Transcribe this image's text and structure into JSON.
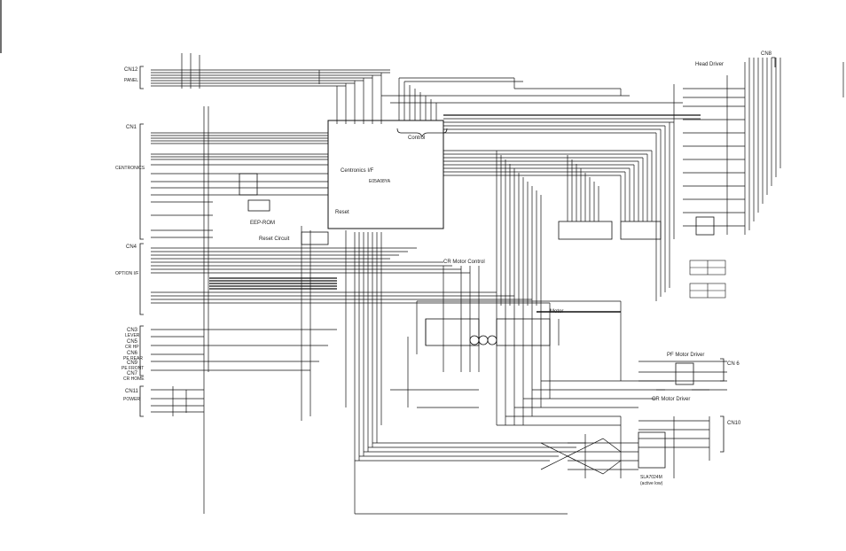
{
  "labels": {
    "cn12": "CN12",
    "panel": "PANEL",
    "cn1": "CN1",
    "centronics_conn": "CENTRONICS",
    "cn4": "CN4",
    "option_if": "OPTION I/F",
    "cn3": "CN3",
    "cn3_sub": "LEVER",
    "cn5": "CN5",
    "cn5_sub": "CR HP",
    "cn6": "CN6",
    "cn6_sub": "PE REAR",
    "cn9": "CN9",
    "cn9_sub": "PE FRONT",
    "cn7": "CN7",
    "cn7_sub": "CR HOME",
    "cn11": "CN11",
    "power": "POWER",
    "cn8": "CN8",
    "head_driver": "Head Driver",
    "control": "Control",
    "centronics_if": "Centronics I/F",
    "main_ic": "E05A08YA",
    "eep_rom": "EEP-ROM",
    "reset": "Reset",
    "reset_circuit": "Reset Circuit",
    "cr_motor_control": "CR Motor Control",
    "motor": "Motor",
    "pf_motor_driver": "PF Motor Driver",
    "cn6r": "CN 6",
    "cr_motor_driver": "CR Motor Driver",
    "cn10": "CN10",
    "driver_ic": "SLA7024M",
    "active_low": "(active low)"
  }
}
